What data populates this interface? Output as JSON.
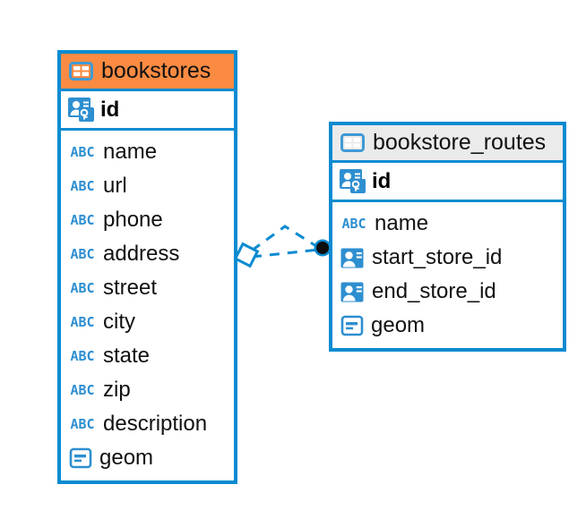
{
  "diagram": {
    "type": "entity-relationship-diagram",
    "background_color": "#ffffff",
    "accent_color": "#0a8bd1",
    "highlight_color": "#fb8b42",
    "header_grey": "#ebebeb"
  },
  "entities": [
    {
      "name": "bookstores",
      "header_style": "accent-orange",
      "icon": "table-icon",
      "primary_key": {
        "label": "id",
        "icon": "primary-key-icon"
      },
      "fields": [
        {
          "label": "name",
          "icon": "text-field-icon"
        },
        {
          "label": "url",
          "icon": "text-field-icon"
        },
        {
          "label": "phone",
          "icon": "text-field-icon"
        },
        {
          "label": "address",
          "icon": "text-field-icon"
        },
        {
          "label": "street",
          "icon": "text-field-icon"
        },
        {
          "label": "city",
          "icon": "text-field-icon"
        },
        {
          "label": "state",
          "icon": "text-field-icon"
        },
        {
          "label": "zip",
          "icon": "text-field-icon"
        },
        {
          "label": "description",
          "icon": "text-field-icon"
        },
        {
          "label": "geom",
          "icon": "geometry-field-icon"
        }
      ]
    },
    {
      "name": "bookstore_routes",
      "header_style": "accent-grey",
      "icon": "table-icon",
      "primary_key": {
        "label": "id",
        "icon": "primary-key-icon"
      },
      "fields": [
        {
          "label": "name",
          "icon": "text-field-icon"
        },
        {
          "label": "start_store_id",
          "icon": "foreign-key-icon"
        },
        {
          "label": "end_store_id",
          "icon": "foreign-key-icon"
        },
        {
          "label": "geom",
          "icon": "geometry-field-icon"
        }
      ]
    }
  ],
  "relationship": {
    "from_entity": "bookstores",
    "to_entity": "bookstore_routes",
    "from_marker": "diamond-marker",
    "to_marker": "filled-circle-marker",
    "line_style": "dashed",
    "line_color": "#0a8bd1"
  },
  "icon_glyphs": {
    "text_field": "ABC"
  }
}
